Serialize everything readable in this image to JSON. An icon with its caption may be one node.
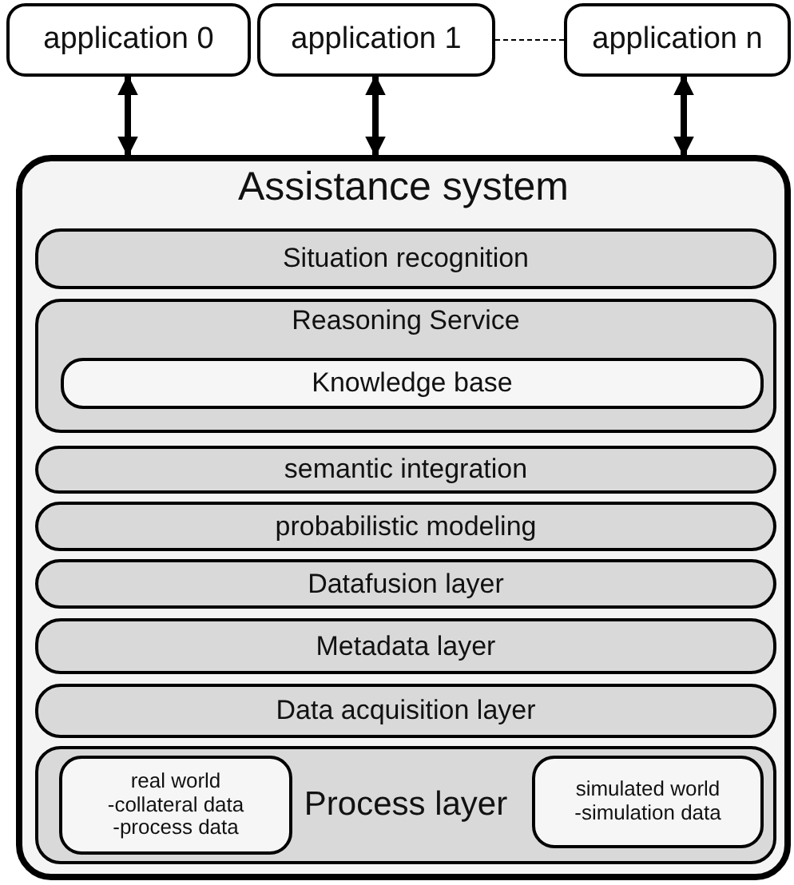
{
  "diagram": {
    "nodes": [
      {
        "text": [
          "application 0"
        ]
      },
      {
        "text": [
          "application 1"
        ]
      },
      {
        "text": [
          "application n"
        ]
      },
      {
        "text": [
          "Assistance system"
        ]
      },
      {
        "text": [
          "Situation recognition"
        ],
        "in": 3
      },
      {
        "text": [
          "Reasoning Service"
        ],
        "in": 3
      },
      {
        "text": [
          "Knowledge base"
        ],
        "in": 5
      },
      {
        "text": [
          "semantic integration"
        ],
        "in": 3
      },
      {
        "text": [
          "probabilistic modeling"
        ],
        "in": 3
      },
      {
        "text": [
          "Datafusion layer"
        ],
        "in": 3
      },
      {
        "text": [
          "Metadata layer"
        ],
        "in": 3
      },
      {
        "text": [
          "Data acquisition layer"
        ],
        "in": 3
      },
      {
        "text": [
          "Process layer"
        ],
        "in": 3
      },
      {
        "text": [
          "real world",
          "-collateral data",
          "-process data"
        ],
        "in": 12
      },
      {
        "text": [
          "simulated world",
          "-simulation data"
        ],
        "in": 12
      }
    ],
    "edges": [
      {
        "from": 0,
        "to": 3,
        "arrow": "both"
      },
      {
        "from": 1,
        "to": 3,
        "arrow": "both"
      },
      {
        "from": 1,
        "to": 2,
        "arrow": "none",
        "style": "dashed"
      },
      {
        "from": 2,
        "to": 3,
        "arrow": "both"
      }
    ]
  }
}
